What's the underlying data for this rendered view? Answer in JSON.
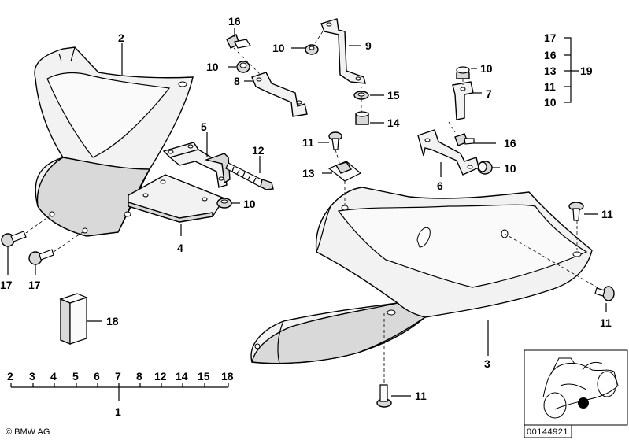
{
  "callouts": {
    "c1": "1",
    "c2": "2",
    "c3": "3",
    "c4": "4",
    "c5": "5",
    "c6": "6",
    "c7": "7",
    "c8": "8",
    "c9": "9",
    "c10a": "10",
    "c10b": "10",
    "c10c": "10",
    "c10d": "10",
    "c10e": "10",
    "c11a": "11",
    "c11b": "11",
    "c11c": "11",
    "c11d": "11",
    "c12": "12",
    "c13": "13",
    "c14": "14",
    "c15": "15",
    "c16a": "16",
    "c16b": "16",
    "c17a": "17",
    "c17b": "17",
    "c18": "18"
  },
  "kit_19": {
    "items": [
      "17",
      "16",
      "13",
      "11",
      "10"
    ],
    "label": "19"
  },
  "set_1": {
    "items": [
      "2",
      "3",
      "4",
      "5",
      "6",
      "7",
      "8",
      "12",
      "14",
      "15",
      "18"
    ],
    "label": "1"
  },
  "copyright": "© BMW AG",
  "part_number": "00144921"
}
